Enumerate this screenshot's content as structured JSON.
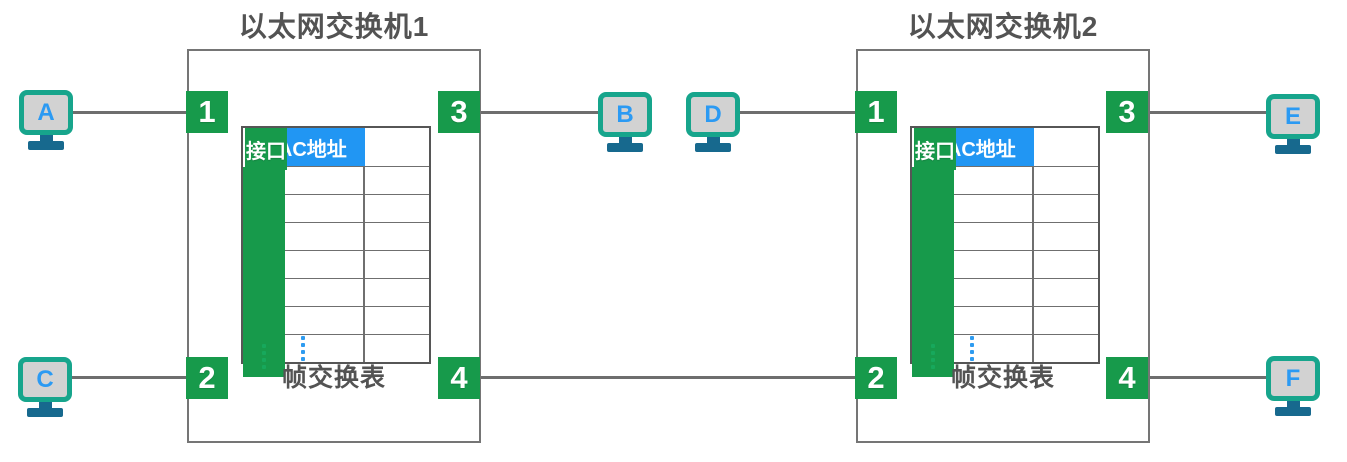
{
  "diagram_type": "ethernet-switching-network-diagram",
  "colors": {
    "port_green": "#179a4b",
    "header_blue": "#2196f3",
    "monitor_teal": "#17a58c",
    "stand_blue": "#17698e",
    "screen_gray": "#d2d2d2",
    "line_gray": "#6e6e6e",
    "text_gray": "#535353",
    "dot_blue": "#2e9bf0",
    "dot_green": "#17a85c"
  },
  "switches": [
    {
      "title": "以太网交换机1",
      "ports": [
        "1",
        "2",
        "3",
        "4"
      ],
      "table": {
        "columns": [
          "MAC地址",
          "接口"
        ],
        "empty_rows": 6,
        "has_ellipsis_row": true,
        "caption": "帧交换表"
      }
    },
    {
      "title": "以太网交换机2",
      "ports": [
        "1",
        "2",
        "3",
        "4"
      ],
      "table": {
        "columns": [
          "MAC地址",
          "接口"
        ],
        "empty_rows": 6,
        "has_ellipsis_row": true,
        "caption": "帧交换表"
      }
    }
  ],
  "hosts": [
    {
      "label": "A"
    },
    {
      "label": "B"
    },
    {
      "label": "C"
    },
    {
      "label": "D"
    },
    {
      "label": "E"
    },
    {
      "label": "F"
    }
  ],
  "links": [
    {
      "from": "host-A",
      "to": "switch1-port1"
    },
    {
      "from": "host-C",
      "to": "switch1-port2"
    },
    {
      "from": "switch1-port3",
      "to": "host-B"
    },
    {
      "from": "host-D",
      "to": "switch2-port1"
    },
    {
      "from": "switch1-port4",
      "to": "switch2-port2"
    },
    {
      "from": "switch2-port3",
      "to": "host-E"
    },
    {
      "from": "switch2-port4",
      "to": "host-F"
    }
  ]
}
